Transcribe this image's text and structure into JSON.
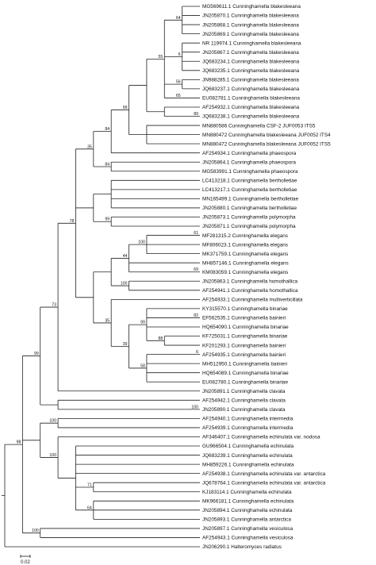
{
  "tree": {
    "label": "",
    "children": [
      {
        "label": "98",
        "children": [
          {
            "label": "99",
            "children": [
              {
                "label": "73",
                "children": [
                  {
                    "label": "78",
                    "children": [
                      {
                        "label": "35",
                        "children": [
                          {
                            "label": "84",
                            "children": [
                              {
                                "label": "99",
                                "children": [
                                  {
                                    "label": "",
                                    "children": [
                                      {
                                        "label": "55",
                                        "children": [
                                          {
                                            "label": "64",
                                            "children": [
                                              {
                                                "name": "MG569611.1 Cunninghamella blakesleeana"
                                              },
                                              {
                                                "name": "JN205870.1 Cunninghamella blakesleeana"
                                              },
                                              {
                                                "name": "JN205868.1 Cunninghamella blakesleeana"
                                              },
                                              {
                                                "name": "JN205869.1 Cunninghamella blakesleeana"
                                              }
                                            ]
                                          },
                                          {
                                            "label": "6",
                                            "children": [
                                              {
                                                "name": "NR 119974.1 Cunninghamella blakesleeana"
                                              },
                                              {
                                                "name": "JN205867.1 Cunninghamella blakesleeana"
                                              },
                                              {
                                                "name": "JQ683234.1 Cunninghamella blakesleeana"
                                              },
                                              {
                                                "name": "JQ683235.1 Cunninghamella blakesleeana"
                                              }
                                            ]
                                          },
                                          {
                                            "label": "56",
                                            "children": [
                                              {
                                                "name": "JN988285.1 Cunninghamella blakesleeana"
                                              },
                                              {
                                                "name": "JQ683237.1 Cunninghamella blakesleeana"
                                              }
                                            ]
                                          },
                                          {
                                            "label": "65",
                                            "children": [
                                              {
                                                "name": "EU082781.1 Cunninghamella blakesleeana"
                                              }
                                            ]
                                          }
                                        ]
                                      },
                                      {
                                        "label": "",
                                        "children": [
                                          {
                                            "name": "AF254932.1 Cunninghamella blakesleeana"
                                          },
                                          {
                                            "name": "JQ683238.1 Cunninghamella blakesleeana",
                                            "label": "89"
                                          }
                                        ]
                                      }
                                    ]
                                  },
                                  {
                                    "label": "",
                                    "children": [
                                      {
                                        "name": "MN880586 Cunninghamella CSF-2 JUF0053 ITS5"
                                      },
                                      {
                                        "name": "MN880472 Cunninghamella blakesleeana JUF0052 ITS4"
                                      },
                                      {
                                        "name": "MN880472 Cunninghamella blakesleeana JUF0052 ITS5"
                                      }
                                    ]
                                  }
                                ]
                              },
                              {
                                "name": "AF254934.1 Cunninghamella phaeospora"
                              }
                            ]
                          },
                          {
                            "label": "84",
                            "children": [
                              {
                                "name": "JN205864.1 Cunninghamella phaeospora"
                              },
                              {
                                "name": "MG583991.1 Cunninghamella phaeospora"
                              }
                            ]
                          }
                        ]
                      },
                      {
                        "label": "",
                        "children": [
                          {
                            "label": "",
                            "children": [
                              {
                                "name": "LC413218.1 Cunninghamella bertholletiae"
                              },
                              {
                                "name": "LC413217.1 Cunninghamella bertholletiae"
                              },
                              {
                                "name": "MN165499.1 Cunninghamella bertholletiae"
                              },
                              {
                                "name": "JN205880.1 Cunninghamella bertholletiae"
                              }
                            ]
                          },
                          {
                            "label": "99",
                            "children": [
                              {
                                "name": "JN205873.1 Cunninghamella polymorpha"
                              },
                              {
                                "name": "JN205871.1 Cunninghamella polymorpha"
                              }
                            ]
                          }
                        ]
                      },
                      {
                        "label": "",
                        "children": [
                          {
                            "label": "",
                            "children": [
                              {
                                "label": "44",
                                "children": [
                                  {
                                    "label": "100",
                                    "children": [
                                      {
                                        "name": "MF281315.2 Cunninghamella elegans",
                                        "label": "61"
                                      },
                                      {
                                        "name": "MF806023.1 Cunninghamella elegans"
                                      },
                                      {
                                        "name": "MK371759.1 Cunninghamella elegans"
                                      }
                                    ]
                                  },
                                  {
                                    "name": "MH857146.1 Cunninghamella elegans"
                                  },
                                  {
                                    "name": "KM083059.1 Cunninghamella elegans",
                                    "label": "69"
                                  }
                                ]
                              },
                              {
                                "label": "100",
                                "children": [
                                  {
                                    "name": "JN205863.1 Cunninghamella homothallica"
                                  },
                                  {
                                    "name": "AF254941.1 Cunninghamella homothallica"
                                  }
                                ]
                              }
                            ]
                          },
                          {
                            "label": "35",
                            "children": [
                              {
                                "name": "AF254933.1 Cunninghamella multiverticillata"
                              },
                              {
                                "label": "39",
                                "children": [
                                  {
                                    "label": "99",
                                    "children": [
                                      {
                                        "name": "KY315570.1 Cunninghamella binariae"
                                      },
                                      {
                                        "name": "EF562535.1 Cunninghamella bainieri",
                                        "label": "82"
                                      },
                                      {
                                        "name": "HQ654090.1 Cunninghamella binariae"
                                      },
                                      {
                                        "label": "88",
                                        "children": [
                                          {
                                            "name": "KF725031.1 Cunninghamella binariae"
                                          },
                                          {
                                            "name": "KF201293.1 Cunninghamella bainieri"
                                          }
                                        ]
                                      }
                                    ]
                                  },
                                  {
                                    "label": "58",
                                    "children": [
                                      {
                                        "name": "AF254935.1 Cunninghamella bainieri",
                                        "label": "6"
                                      },
                                      {
                                        "name": "MH512950.1 Cunninghamella bainieri"
                                      },
                                      {
                                        "name": "HQ654089.1 Cunninghamella binariae"
                                      },
                                      {
                                        "name": "EU082780.1 Cunninghamella binariae"
                                      }
                                    ]
                                  }
                                ]
                              }
                            ]
                          }
                        ]
                      }
                    ]
                  },
                  {
                    "name": "JN205891.1 Cunninghamella clavata"
                  }
                ]
              },
              {
                "label": "",
                "children": [
                  {
                    "name": "AF254942.1 Cunninghamella clavata"
                  },
                  {
                    "name": "JN205890.1 Cunninghamella clavata",
                    "label": "100"
                  }
                ]
              }
            ]
          },
          {
            "label": "",
            "children": [
              {
                "label": "100",
                "children": [
                  {
                    "name": "AF254940.1 Cunninghamella intermedia"
                  },
                  {
                    "name": "AF254939.1 Cunninghamella intermedia"
                  }
                ]
              },
              {
                "label": "100",
                "children": [
                  {
                    "name": "AF346407.1 Cunninghamella echinulata var. nodosa"
                  },
                  {
                    "label": "",
                    "children": [
                      {
                        "name": "GU966504.1 Cunninghamella echinulata"
                      },
                      {
                        "name": "JQ683239.1 Cunninghamella echinulata"
                      },
                      {
                        "name": "MH859226.1 Cunninghamella echinulata"
                      },
                      {
                        "name": "AF254938.1 Cunninghamella echinulata var. antarctica"
                      },
                      {
                        "label": "71",
                        "children": [
                          {
                            "name": "JQ678764.1 Cunninghamella echinulata var. antarctica"
                          },
                          {
                            "name": "KJ183114.1 Cunninghamella echinulata"
                          }
                        ]
                      },
                      {
                        "label": "64",
                        "children": [
                          {
                            "name": "MK966181.1 Cunninghamella echinulata"
                          },
                          {
                            "name": "JN205894.1 Cunninghamella echinulata"
                          },
                          {
                            "name": "JN205893.1 Cunninghamella antarctica"
                          }
                        ]
                      }
                    ]
                  }
                ]
              }
            ]
          },
          {
            "label": "100",
            "children": [
              {
                "name": "JN205897.1 Cunninghamella vesiculosa"
              },
              {
                "name": "AF254943.1 Cunninghamella vesiculosa"
              }
            ]
          }
        ]
      },
      {
        "name": "JN206290.1 Halteromyces radiatus"
      }
    ]
  },
  "scale_bar": {
    "label": "0.02"
  }
}
